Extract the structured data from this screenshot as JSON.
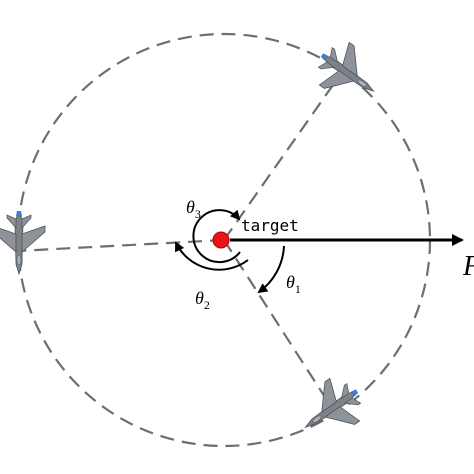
{
  "labels": {
    "target": "target",
    "theta1": "θ",
    "theta1_sub": "1",
    "theta2": "θ",
    "theta2_sub": "2",
    "theta3": "θ",
    "theta3_sub": "3",
    "axis_letter": "F"
  },
  "colors": {
    "line": "#000000",
    "dash": "#6e6e6e",
    "target_fill": "#e8141b",
    "target_stroke": "#b00000",
    "jet_body": "#7c8288",
    "jet_dark": "#4d5258",
    "jet_light": "#aab1b7",
    "exhaust": "#3a7fd9"
  },
  "icons": {
    "aircraft": "fighter-jet-icon",
    "target": "target-dot-icon",
    "arrowhead": "arrowhead-icon"
  }
}
